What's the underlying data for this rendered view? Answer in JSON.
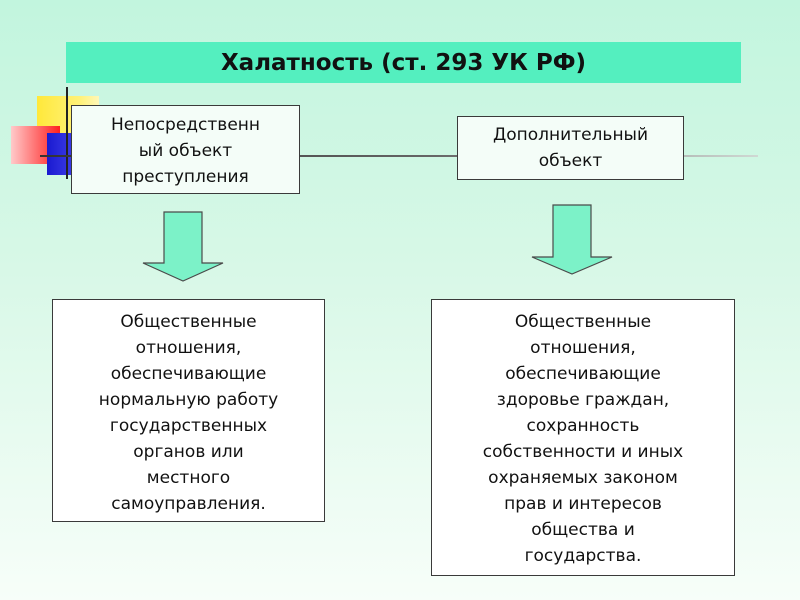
{
  "title": "Халатность (ст. 293 УК РФ)",
  "left_object": {
    "lines": [
      "Непосредственн",
      "ый объект",
      "преступления"
    ]
  },
  "right_object": {
    "lines": [
      "Дополнительный",
      "объект"
    ]
  },
  "left_description": {
    "lines": [
      "Общественные",
      "отношения,",
      "обеспечивающие",
      "нормальную работу",
      "государственных",
      "органов или",
      "местного",
      "самоуправления."
    ]
  },
  "right_description": {
    "lines": [
      "Общественные",
      "отношения,",
      "обеспечивающие",
      "здоровье граждан,",
      "сохранность",
      "собственности и иных",
      "охраняемых законом",
      "прав и интересов",
      "общества и",
      "государства."
    ]
  },
  "colors": {
    "title_bg": "#54efbf",
    "arrow_fill": "#7cf2c8",
    "deco_yellow": "#ffee44",
    "deco_red": "#ff2a2a",
    "deco_blue": "#2b2bde"
  }
}
